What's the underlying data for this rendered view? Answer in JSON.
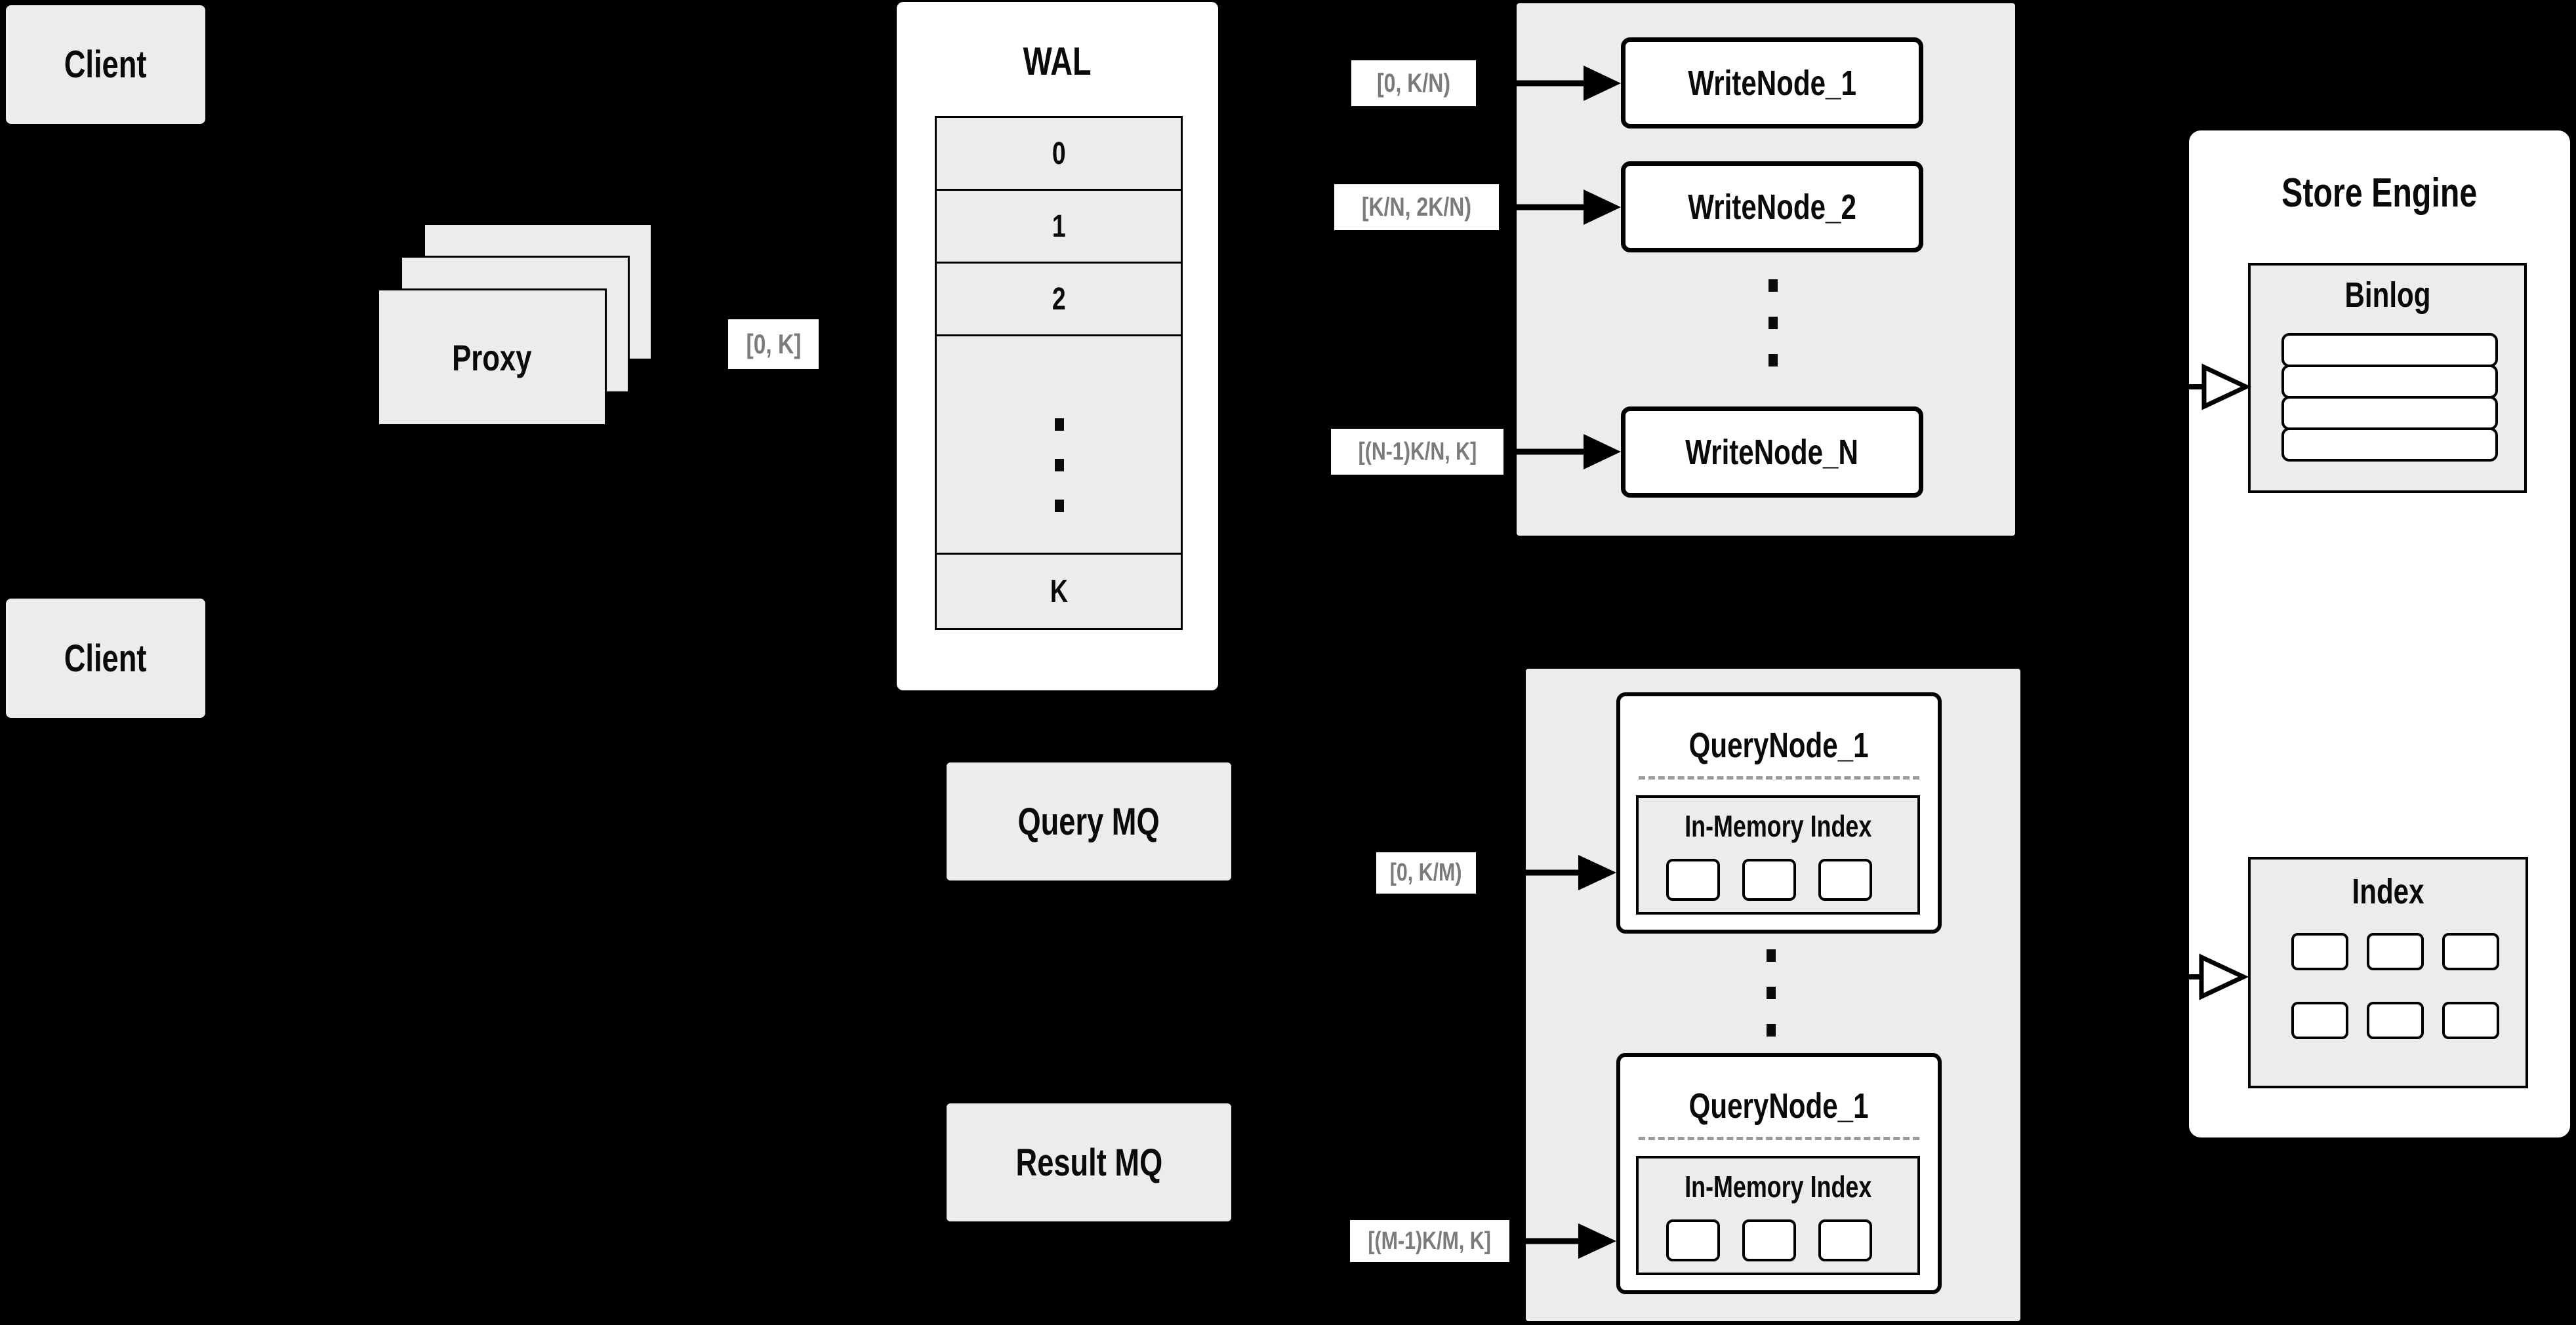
{
  "diagram": {
    "clients": {
      "client1": "Client",
      "client2": "Client"
    },
    "proxy": {
      "label": "Proxy"
    },
    "range_labels": {
      "proxy_out": "[0, K]",
      "write1": "[0, K/N)",
      "write2": "[K/N, 2K/N)",
      "writeN": "[(N-1)K/N, K]",
      "query1": "[0, K/M)",
      "query2": "[(M-1)K/M, K]"
    },
    "wal": {
      "title": "WAL",
      "rows": [
        "0",
        "1",
        "2",
        "K"
      ]
    },
    "write_nodes": {
      "node1": "WriteNode_1",
      "node2": "WriteNode_2",
      "nodeN": "WriteNode_N"
    },
    "mq": {
      "query": "Query MQ",
      "result": "Result MQ"
    },
    "query_nodes": {
      "node1_title": "QueryNode_1",
      "node2_title": "QueryNode_1",
      "inmem1": "In-Memory Index",
      "inmem2": "In-Memory Index"
    },
    "store": {
      "title": "Store Engine",
      "binlog": "Binlog",
      "index": "Index"
    },
    "colors": {
      "background": "#000000",
      "panel_gray": "#ececec",
      "panel_white": "#ffffff",
      "line": "#000000",
      "label_text": "#7b7b7b"
    }
  }
}
